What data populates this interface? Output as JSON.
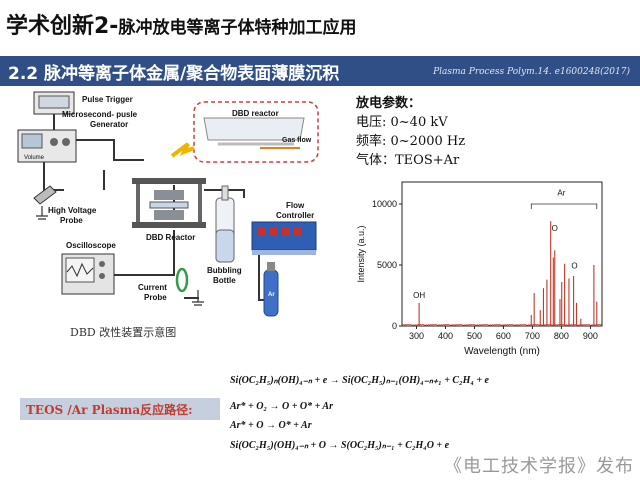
{
  "title": {
    "main": "学术创新2-",
    "rest": "脉冲放电等离子体特种加工应用"
  },
  "section": {
    "heading": "2.2 脉冲等离子体金属/聚合物表面薄膜沉积",
    "citation": "Plasma Process Polym.14. e1600248(2017)"
  },
  "diagram": {
    "labels": {
      "pulse_trigger": "Pulse Trigger",
      "generator_1": "Microsecond- pusle",
      "generator_2": "Generator",
      "volume": "Volume",
      "hv_probe_1": "High Voltage",
      "hv_probe_2": "Probe",
      "oscilloscope": "Oscilloscope",
      "current_probe_1": "Current",
      "current_probe_2": "Probe",
      "dbd_reactor": "DBD Reactor",
      "bubbling_1": "Bubbling",
      "bubbling_2": "Bottle",
      "flow_1": "Flow",
      "flow_2": "Controller",
      "inset_reactor": "DBD reactor",
      "inset_gas": "Gas flow",
      "cylinder": "Ar"
    },
    "caption": "DBD 改性装置示意图"
  },
  "params": {
    "heading": "放电参数：",
    "voltage": "电压: 0~40 kV",
    "frequency": "频率: 0~2000 Hz",
    "gas": "气体：TEOS+Ar"
  },
  "chart_data": {
    "type": "line",
    "xlabel": "Wavelength (nm)",
    "ylabel": "Intensity (a.u.)",
    "xlim": [
      250,
      940
    ],
    "ylim": [
      0,
      11800
    ],
    "x_ticks": [
      300,
      400,
      500,
      600,
      700,
      800,
      900
    ],
    "y_ticks": [
      0,
      5000,
      10000
    ],
    "color": "#c0392b",
    "peaks": [
      {
        "x": 309,
        "y": 1900
      },
      {
        "x": 696,
        "y": 900
      },
      {
        "x": 706,
        "y": 2700
      },
      {
        "x": 727,
        "y": 1300
      },
      {
        "x": 738,
        "y": 3100
      },
      {
        "x": 750,
        "y": 3800
      },
      {
        "x": 763,
        "y": 8600
      },
      {
        "x": 772,
        "y": 5600
      },
      {
        "x": 777,
        "y": 6200
      },
      {
        "x": 795,
        "y": 2200
      },
      {
        "x": 801,
        "y": 3600
      },
      {
        "x": 811,
        "y": 5100
      },
      {
        "x": 826,
        "y": 3900
      },
      {
        "x": 842,
        "y": 4100
      },
      {
        "x": 852,
        "y": 1900
      },
      {
        "x": 867,
        "y": 600
      },
      {
        "x": 912,
        "y": 5000
      },
      {
        "x": 922,
        "y": 2000
      }
    ],
    "annotations": [
      {
        "label": "OH",
        "x": 309,
        "y": 2300
      },
      {
        "label": "Ar",
        "x": 800,
        "y": 10700
      },
      {
        "label": "O",
        "x": 777,
        "y": 7800
      },
      {
        "label": "O",
        "x": 845,
        "y": 4700
      }
    ],
    "bracket": {
      "x0": 696,
      "x1": 922,
      "y": 10000
    }
  },
  "reaction": {
    "label": "TEOS /Ar Plasma反应路径:",
    "eq1": "Si(OC₂H₅)ₙ(OH)₄₋ₙ + e → Si(OC₂H₅)ₙ₋₁(OH)₄₋ₙ₊₁ + C₂H₄ + e",
    "eq2": "Ar* + O₂ → O + O* + Ar",
    "eq3": "Ar* + O → O* + Ar",
    "eq4": "Si(OC₂H₅)(OH)₄₋ₙ + O → S(OC₂H₅)ₙ₋₁ + C₂H₄O + e"
  },
  "watermark": "《电工技术学报》发布"
}
